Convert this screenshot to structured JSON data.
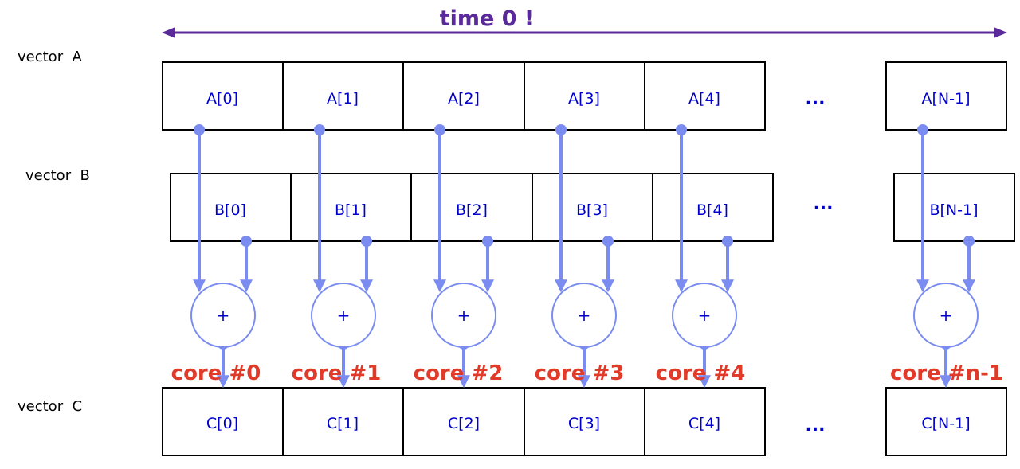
{
  "title": "time 0 !",
  "colors": {
    "time_arrow": "#5b2a9a",
    "connector": "#7b8cf0",
    "cell_text": "#0000cc",
    "core_label": "#e03a2a"
  },
  "rows": {
    "a": {
      "label": "vector  A",
      "cells": [
        "A[0]",
        "A[1]",
        "A[2]",
        "A[3]",
        "A[4]",
        "A[N-1]"
      ],
      "ellipsis": "..."
    },
    "b": {
      "label": "vector  B",
      "cells": [
        "B[0]",
        "B[1]",
        "B[2]",
        "B[3]",
        "B[4]",
        "B[N-1]"
      ],
      "ellipsis": "..."
    },
    "c": {
      "label": "vector  C",
      "cells": [
        "C[0]",
        "C[1]",
        "C[2]",
        "C[3]",
        "C[4]",
        "C[N-1]"
      ],
      "ellipsis": "..."
    }
  },
  "adders": [
    {
      "symbol": "+",
      "core": "core #0"
    },
    {
      "symbol": "+",
      "core": "core #1"
    },
    {
      "symbol": "+",
      "core": "core #2"
    },
    {
      "symbol": "+",
      "core": "core #3"
    },
    {
      "symbol": "+",
      "core": "core #4"
    },
    {
      "symbol": "+",
      "core": "core #n-1"
    }
  ]
}
